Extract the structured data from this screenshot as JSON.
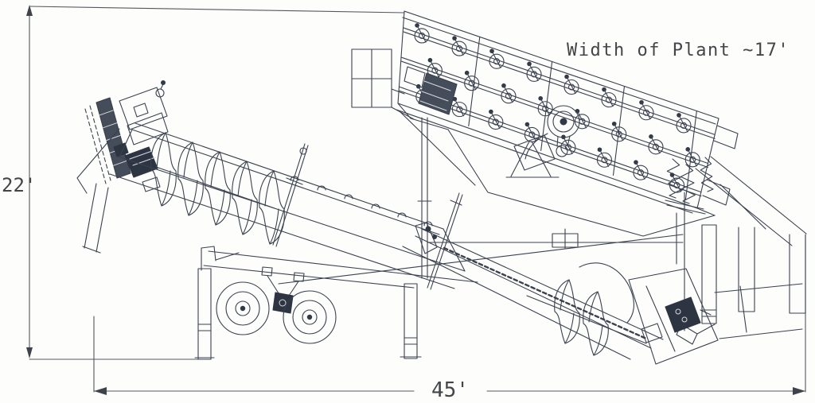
{
  "drawing": {
    "type": "technical-side-elevation",
    "subject": "portable-screening-wash-plant",
    "background_color": "#fdfdfb",
    "line_color": "#3a414f",
    "dim_line_color": "#53575f",
    "text_color": "#434549",
    "annotations": {
      "width_note": "Width of Plant ~17'",
      "height_dim": "22'",
      "length_dim": "45'"
    }
  }
}
